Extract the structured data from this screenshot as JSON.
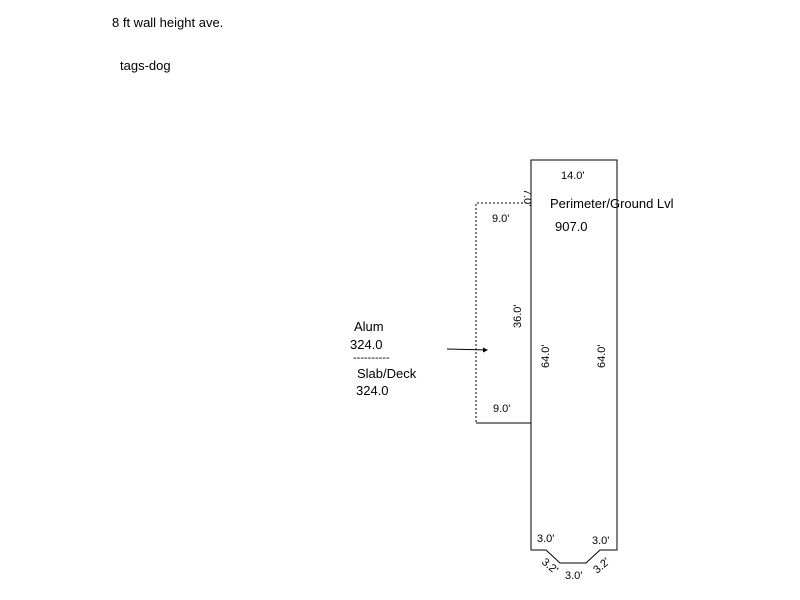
{
  "notes": {
    "wall_height": "8 ft wall height ave.",
    "tag": "tags-dog"
  },
  "house": {
    "label": "Perimeter/Ground Lvl",
    "area": "907.0",
    "dimensions": {
      "top": "14.0'",
      "top_left_jog": "7.0'",
      "left_side": "64.0'",
      "right_side": "64.0'",
      "bottom_left": "3.0'",
      "bottom_right": "3.0'",
      "bottom_center": "3.0'",
      "bottom_left_angle": "3.2'",
      "bottom_right_angle": "3.2'"
    }
  },
  "addition": {
    "label_1": "Alum",
    "value_1": "324.0",
    "separator": "----------",
    "label_2": "Slab/Deck",
    "value_2": "324.0",
    "dimensions": {
      "top": "9.0'",
      "bottom": "9.0'",
      "side": "36.0'"
    }
  },
  "colors": {
    "line": "#000000",
    "background": "#ffffff"
  }
}
